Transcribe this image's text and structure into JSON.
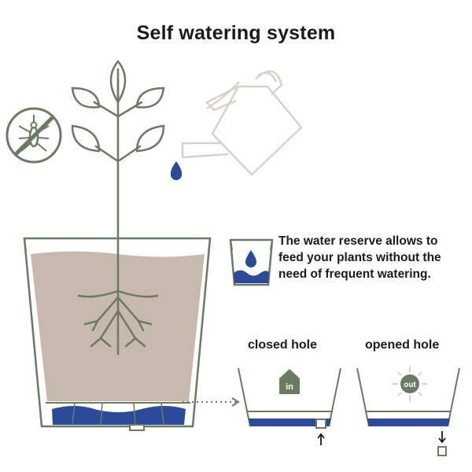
{
  "title": "Self watering system",
  "description": {
    "lines": [
      "The water reserve allows to",
      "feed your plants without the",
      "need of frequent watering."
    ]
  },
  "closed_hole": {
    "label": "closed hole",
    "badge": "in"
  },
  "opened_hole": {
    "label": "opened hole",
    "badge": "out"
  },
  "colors": {
    "green": "#6d7a62",
    "soil": "#c8b9af",
    "water": "#2b4a9a",
    "can": "#d8d2cb",
    "text": "#1b1b1b"
  },
  "icons": [
    "no-mosquito-icon",
    "watering-can-icon",
    "water-drop-icon",
    "leaf-plant-icon",
    "sun-icon",
    "house-icon",
    "arrow-up-icon",
    "arrow-down-icon"
  ]
}
